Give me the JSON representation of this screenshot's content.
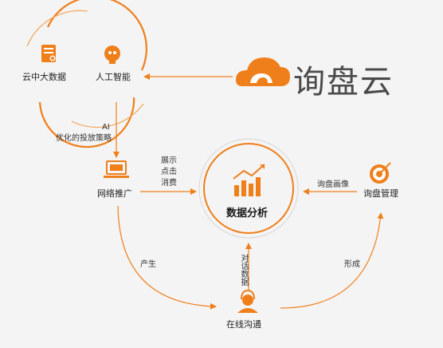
{
  "brand": {
    "name": "询盘云",
    "color": "#ef7f1a"
  },
  "nodes": {
    "cloud_big_data": "云中大数据",
    "ai": "人工智能",
    "network_promo": "网络推广",
    "data_analysis": "数据分析",
    "inquiry_mgmt": "询盘管理",
    "online_comm": "在线沟通"
  },
  "edges": {
    "ai_optimized_line1": "AI",
    "ai_optimized_line2": "优化的投放策略",
    "display_line1": "展示",
    "display_line2": "点击",
    "display_line3": "消费",
    "inquiry_profile": "询盘画像",
    "produce": "产生",
    "form": "形成",
    "dialog_data": "对话数据"
  },
  "colors": {
    "accent": "#ef7f1a",
    "accent_light": "#f6a55c",
    "text": "#222222",
    "background": "#f4f4f4"
  }
}
